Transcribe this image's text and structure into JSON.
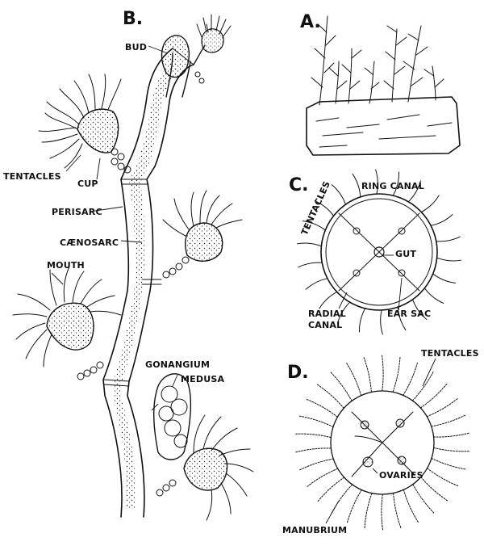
{
  "panels": {
    "a": "A.",
    "b": "B.",
    "c": "C.",
    "d": "D."
  },
  "labels_b": {
    "bud": "BUD",
    "tentacles": "TENTACLES",
    "cup": "CUP",
    "perisarc": "PERISARC",
    "caenosarc": "CÆNOSARC",
    "mouth": "MOUTH",
    "gonangium": "GONANGIUM",
    "medusa": "MEDUSA"
  },
  "labels_c": {
    "ring_canal": "RING CANAL",
    "tentacles": "TENTACLES",
    "gut": "GUT",
    "radial_canal_1": "RADIAL",
    "radial_canal_2": "CANAL",
    "ear_sac": "EAR SAC"
  },
  "labels_d": {
    "tentacles": "TENTACLES",
    "ovaries": "OVARIES",
    "manubrium": "MANUBRIUM"
  }
}
